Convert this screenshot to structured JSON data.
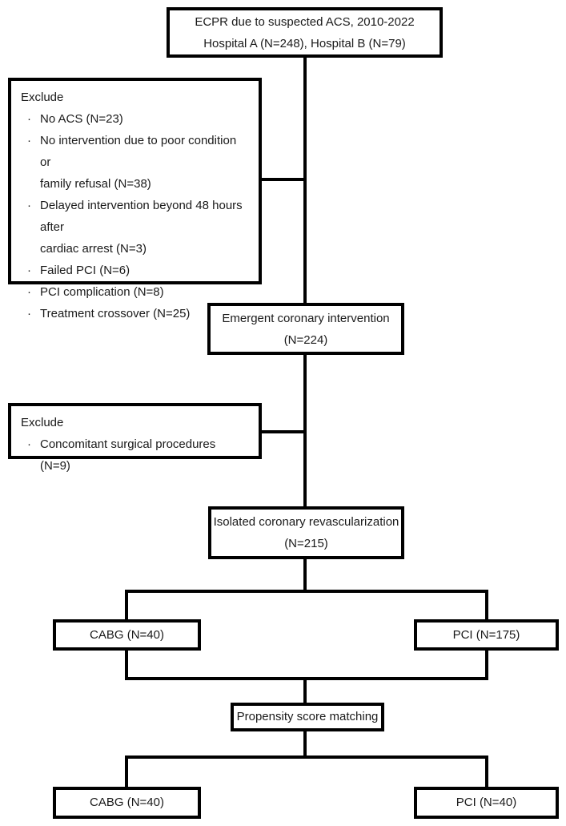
{
  "bullet": "·",
  "flowchart": {
    "colors": {
      "line": "#000000",
      "background": "#ffffff",
      "text": "#1a1a1a"
    },
    "top_box": {
      "line1": "ECPR due to suspected ACS, 2010-2022",
      "line2": "Hospital A (N=248), Hospital B (N=79)"
    },
    "exclude_box_1": {
      "title": "Exclude",
      "lines": [
        "No ACS (N=23)",
        "No intervention due to poor condition or",
        "family refusal (N=38)",
        "Delayed intervention beyond 48 hours after",
        "cardiac arrest (N=3)",
        "Failed PCI (N=6)",
        "PCI complication (N=8)",
        "Treatment crossover (N=25)"
      ]
    },
    "emergent_box": {
      "line1": "Emergent coronary intervention",
      "line2": "(N=224)"
    },
    "exclude_box_2": {
      "title": "Exclude",
      "lines": [
        "Concomitant surgical procedures (N=9)"
      ]
    },
    "isolated_box": {
      "line1": "Isolated coronary revascularization",
      "line2": "(N=215)"
    },
    "cabg_box": {
      "label": "CABG (N=40)"
    },
    "pci_box": {
      "label": "PCI (N=175)"
    },
    "propensity_box": {
      "label": "Propensity score matching"
    },
    "cabg_matched_box": {
      "label": "CABG (N=40)"
    },
    "pci_matched_box": {
      "label": "PCI (N=40)"
    }
  }
}
